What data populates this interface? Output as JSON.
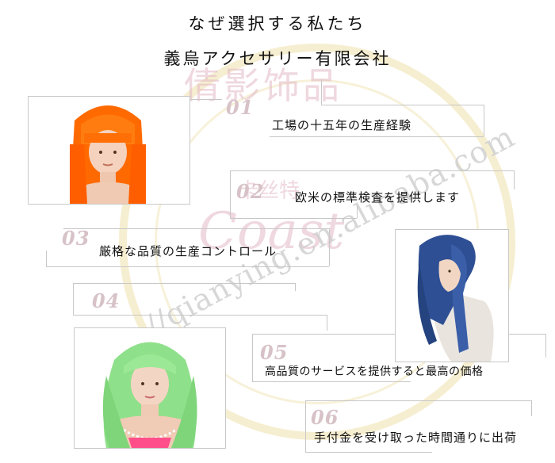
{
  "header": {
    "title_line1": "なぜ選択する私たち",
    "title_line2": "義烏アクセサリー有限会社"
  },
  "watermark": {
    "brand_chinese": "倩影饰品",
    "brand_script": "Coast",
    "brand_small": "卡丝特",
    "url_text": "http://qianying.en.alibaba.com"
  },
  "features": [
    {
      "number": "01",
      "text": "工場の十五年の生産経験"
    },
    {
      "number": "02",
      "text": "欧米の標準検査を提供します"
    },
    {
      "number": "03",
      "text": "厳格な品質の生産コントロール"
    },
    {
      "number": "04",
      "text": ""
    },
    {
      "number": "05",
      "text": "高品質のサービスを提供すると最高の価格"
    },
    {
      "number": "06",
      "text": "手付金を受け取った時間通りに出荷"
    }
  ],
  "photos": [
    {
      "subject": "orange-straight-wig",
      "hair_color": "#ff6a00"
    },
    {
      "subject": "blue-ponytail-wig",
      "hair_color": "#2e4f94"
    },
    {
      "subject": "green-wavy-wig",
      "hair_color": "#8fe08a"
    }
  ]
}
